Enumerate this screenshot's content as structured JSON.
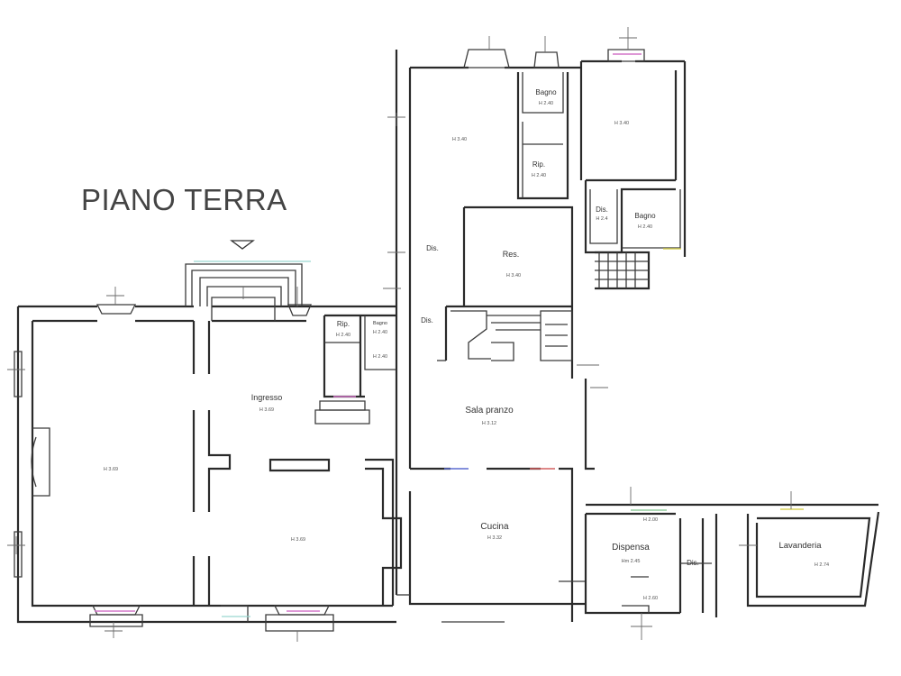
{
  "plan": {
    "title": "PIANO TERRA",
    "colors": {
      "pink": "#d477c9",
      "teal": "#9ad8d0",
      "blue": "#5c6cd0",
      "red": "#d46060",
      "yellow": "#d8d25a"
    },
    "icons": {
      "entrance": "entrance-arrow-icon"
    },
    "rooms": {
      "camera_1": {
        "label": "",
        "height": "H 3.40"
      },
      "bagno_1": {
        "label": "Bagno",
        "height": "H 2.40"
      },
      "rip_1": {
        "label": "Rip.",
        "height": "H 2.40"
      },
      "camera_2": {
        "label": "",
        "height": "H 3.40"
      },
      "dis_1": {
        "label": "Dis.",
        "height": "H 2.4"
      },
      "bagno_2": {
        "label": "Bagno",
        "height": "H 2.40"
      },
      "dis_2": {
        "label": "Dis.",
        "height": ""
      },
      "res": {
        "label": "Res.",
        "height": "H 3.40"
      },
      "dis_3": {
        "label": "Dis.",
        "height": ""
      },
      "rip_2": {
        "label": "Rip.",
        "height": "H 2.40"
      },
      "wc_bagno": {
        "label": "Bagno",
        "height": "H 2.40"
      },
      "wc_small": {
        "label": "",
        "height": "H 2.40"
      },
      "ingresso": {
        "label": "Ingresso",
        "height": "H 3.69"
      },
      "sala_west": {
        "label": "",
        "height": "H 3.69"
      },
      "sala_south": {
        "label": "",
        "height": "H 3.69"
      },
      "sala_pranzo": {
        "label": "Sala pranzo",
        "height": "H 3.12"
      },
      "cucina": {
        "label": "Cucina",
        "height": "H 3.32"
      },
      "dispensa": {
        "label": "Dispensa",
        "height": "Hm 2.45"
      },
      "dis_4": {
        "label": "Dis.",
        "height": ""
      },
      "lavanderia": {
        "label": "Lavanderia",
        "height": "H 2.74"
      }
    },
    "small_notes": {
      "dispensa_top": "H 2.00",
      "dispensa_bottom": "H 2.60"
    }
  }
}
